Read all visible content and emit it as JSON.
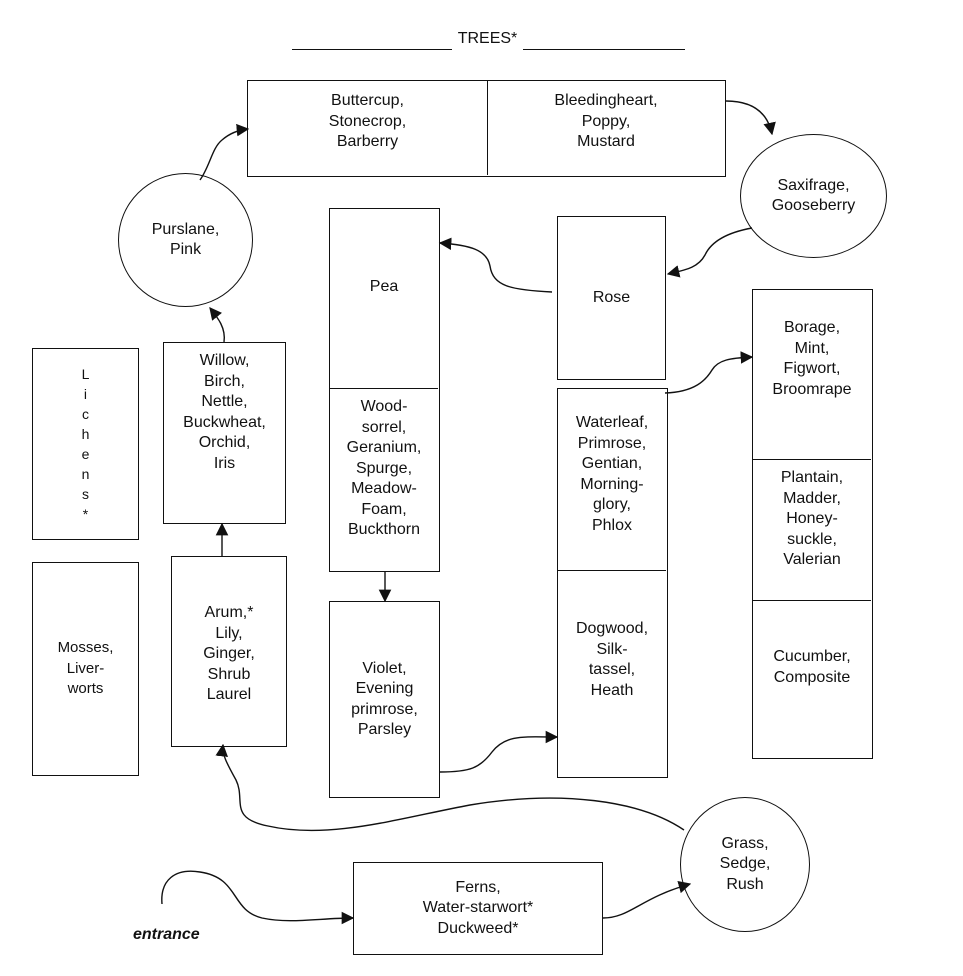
{
  "title": "TREES*",
  "entrance_label": "entrance",
  "nodes": {
    "buttercup": "Buttercup,\nStonecrop,\nBarberry",
    "bleedingheart": "Bleedingheart,\nPoppy,\nMustard",
    "saxifrage": "Saxifrage,\nGooseberry",
    "purslane": "Purslane,\nPink",
    "pea": "Pea",
    "woodsorrel": "Wood-\nsorrel,\nGeranium,\nSpurge,\nMeadow-\nFoam,\nBuckthorn",
    "rose": "Rose",
    "borage": "Borage,\nMint,\nFigwort,\nBroomrape",
    "plantain": "Plantain,\nMadder,\nHoney-\nsuckle,\nValerian",
    "cucumber": "Cucumber,\nComposite",
    "lichens": "L\ni\nc\nh\ne\nn\ns\n*",
    "willow": "Willow,\nBirch,\nNettle,\nBuckwheat,\nOrchid,\nIris",
    "waterleaf": "Waterleaf,\nPrimrose,\nGentian,\nMorning-\nglory,\nPhlox",
    "dogwood": "Dogwood,\nSilk-\ntassel,\nHeath",
    "mosses": "Mosses,\nLiver-\nworts",
    "arum": "Arum,*\nLily,\nGinger,\nShrub\nLaurel",
    "violet": "Violet,\nEvening\nprimrose,\nParsley",
    "grass": "Grass,\nSedge,\nRush",
    "ferns": "Ferns,\nWater-starwort*\nDuckweed*"
  }
}
